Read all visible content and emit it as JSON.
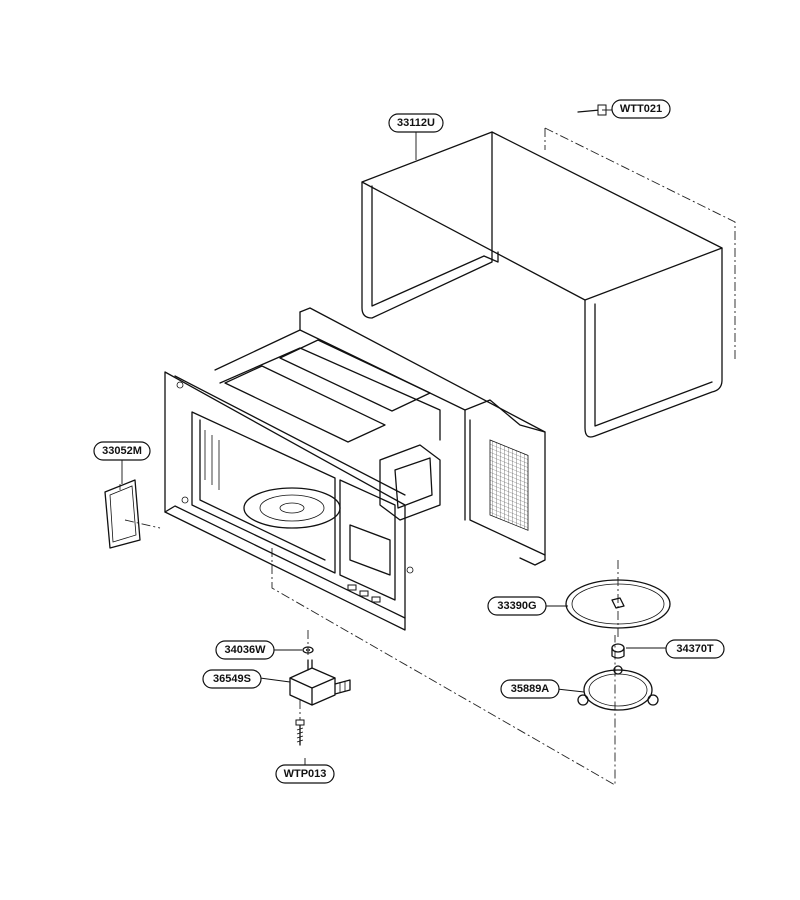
{
  "diagram": {
    "parts": [
      {
        "id": "wtt021",
        "label": "WTT021"
      },
      {
        "id": "33112u",
        "label": "33112U"
      },
      {
        "id": "33052m",
        "label": "33052M"
      },
      {
        "id": "33390g",
        "label": "33390G"
      },
      {
        "id": "34370t",
        "label": "34370T"
      },
      {
        "id": "34036w",
        "label": "34036W"
      },
      {
        "id": "36549s",
        "label": "36549S"
      },
      {
        "id": "35889a",
        "label": "35889A"
      },
      {
        "id": "wtp013",
        "label": "WTP013"
      }
    ]
  }
}
